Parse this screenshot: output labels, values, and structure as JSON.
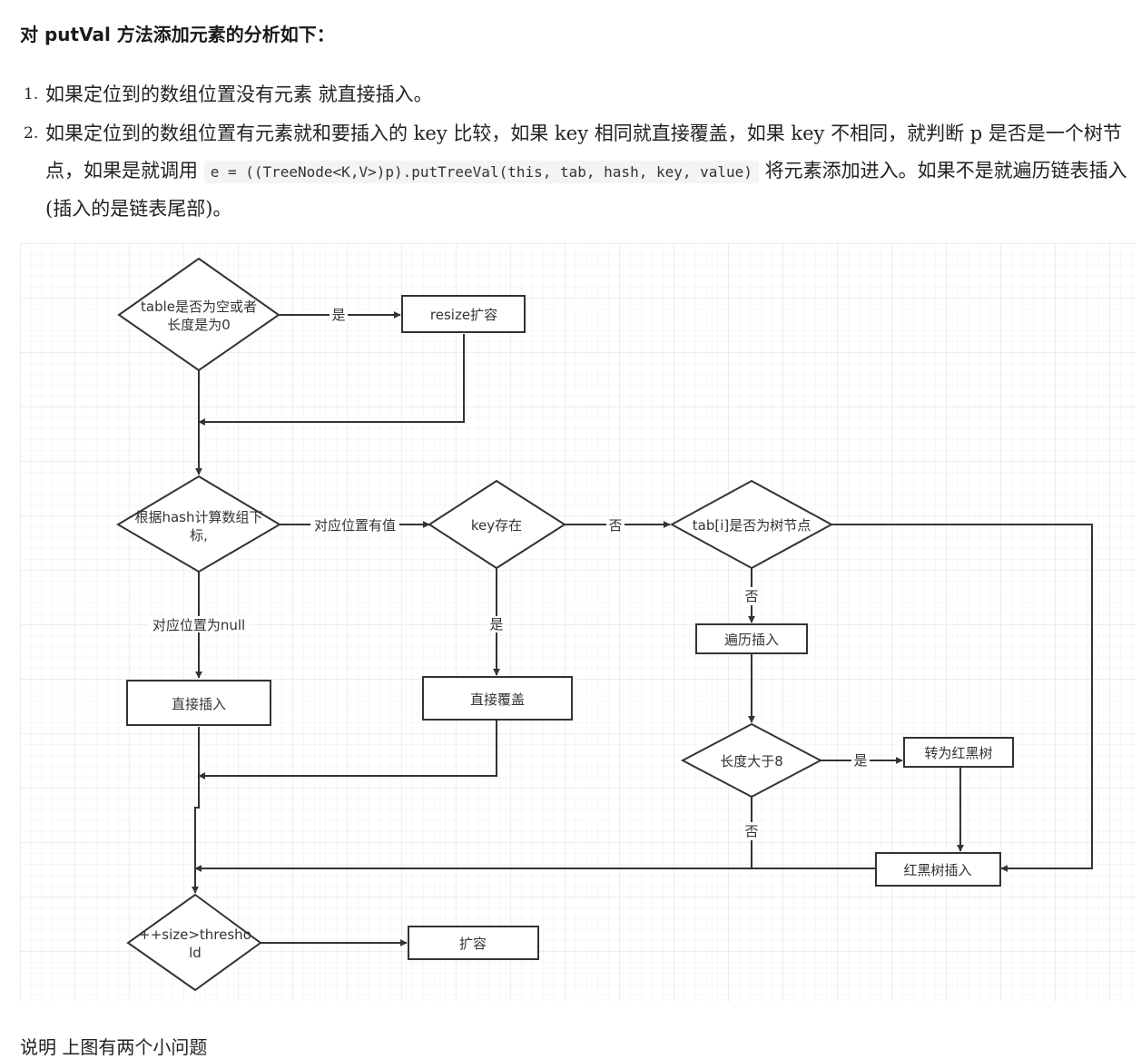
{
  "heading": "对 putVal 方法添加元素的分析如下：",
  "list": [
    {
      "num": "1.",
      "text": "如果定位到的数组位置没有元素 就直接插入。"
    },
    {
      "num": "2.",
      "before": "如果定位到的数组位置有元素就和要插入的 key 比较，如果 key 相同就直接覆盖，如果 key 不相同，就判断 p 是否是一个树节点，如果是就调用 ",
      "code": "e = ((TreeNode<K,V>)p).putTreeVal(this, tab, hash, key, value)",
      "after": " 将元素添加进入。如果不是就遍历链表插入(插入的是链表尾部)。"
    }
  ],
  "diagram": {
    "nodes": {
      "d1": {
        "line1": "table是否为空或者",
        "line2": "长度是为0"
      },
      "resize": "resize扩容",
      "d2": {
        "line1": "根据hash计算数组下",
        "line2": "标,"
      },
      "d3": "key存在",
      "d4": "tab[i]是否为树节点",
      "direct_insert": "直接插入",
      "direct_cover": "直接覆盖",
      "traverse_insert": "遍历插入",
      "d5": "长度大于8",
      "to_rbtree": "转为红黑树",
      "rbtree_insert": "红黑树插入",
      "d6": {
        "line1": "++size>thresho",
        "line2": "ld"
      },
      "expand": "扩容"
    },
    "edges": {
      "yes1": "是",
      "has_value": "对应位置有值",
      "no1": "否",
      "null_pos": "对应位置为null",
      "yes2": "是",
      "no2": "否",
      "yes3": "是",
      "no3": "否"
    }
  },
  "footer": "说明  上图有两个小问题"
}
